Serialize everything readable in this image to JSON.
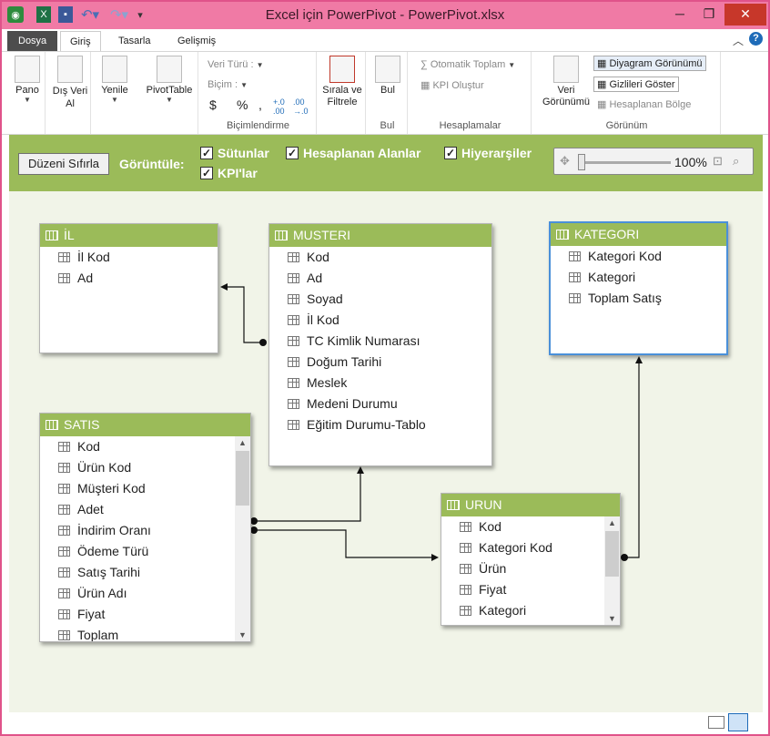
{
  "window": {
    "title": "Excel için PowerPivot - PowerPivot.xlsx",
    "minimize_icon": "minimize-icon",
    "restore_icon": "restore-icon",
    "close_icon": "close-icon"
  },
  "tabs": [
    "Dosya",
    "Giriş",
    "Tasarla",
    "Gelişmiş"
  ],
  "ribbon": {
    "paste": "Pano",
    "external_data": "Dış Veri Al",
    "refresh": "Yenile",
    "pivot": "PivotTable",
    "data_type": "Veri Türü :",
    "format": "Biçim :",
    "currency": "$",
    "percent": "%",
    "comma": "﻿,",
    "dec_up": "+,0 ,00",
    "dec_down": ",00 →,0",
    "formatting_group": "Biçimlendirme",
    "sort_filter": "Sırala ve Filtrele",
    "find": "Bul",
    "find_group": "Bul",
    "autosum": "Otomatik Toplam",
    "create_kpi": "KPI Oluştur",
    "calc_group": "Hesaplamalar",
    "data_view": "Veri Görünümü",
    "diagram_view": "Diyagram Görünümü",
    "show_hidden": "Gizlileri Göster",
    "calc_area": "Hesaplanan Bölge",
    "view_group": "Görünüm"
  },
  "viewbar": {
    "reset": "Düzeni Sıfırla",
    "show": "Görüntüle:",
    "columns": "Sütunlar",
    "calculated": "Hesaplanan Alanlar",
    "hierarchies": "Hiyerarşiler",
    "kpis": "KPI'lar",
    "zoom": "100%"
  },
  "tables": {
    "il": {
      "name": "İL",
      "columns": [
        "İl Kod",
        "Ad"
      ]
    },
    "musteri": {
      "name": "MUSTERI",
      "columns": [
        "Kod",
        "Ad",
        "Soyad",
        "İl Kod",
        "TC Kimlik Numarası",
        "Doğum Tarihi",
        "Meslek",
        "Medeni Durumu",
        "Eğitim Durumu-Tablo"
      ]
    },
    "kategori": {
      "name": "KATEGORI",
      "columns": [
        "Kategori Kod",
        "Kategori",
        "Toplam Satış"
      ]
    },
    "satis": {
      "name": "SATIS",
      "columns": [
        "Kod",
        "Ürün Kod",
        "Müşteri Kod",
        "Adet",
        "İndirim Oranı",
        "Ödeme Türü",
        "Satış Tarihi",
        "Ürün Adı",
        "Fiyat",
        "Toplam"
      ]
    },
    "urun": {
      "name": "URUN",
      "columns": [
        "Kod",
        "Kategori Kod",
        "Ürün",
        "Fiyat",
        "Kategori"
      ]
    }
  },
  "colors": {
    "table_header": "#9bbb59",
    "canvas": "#f1f4e8",
    "selected_border": "#4a90d9"
  }
}
